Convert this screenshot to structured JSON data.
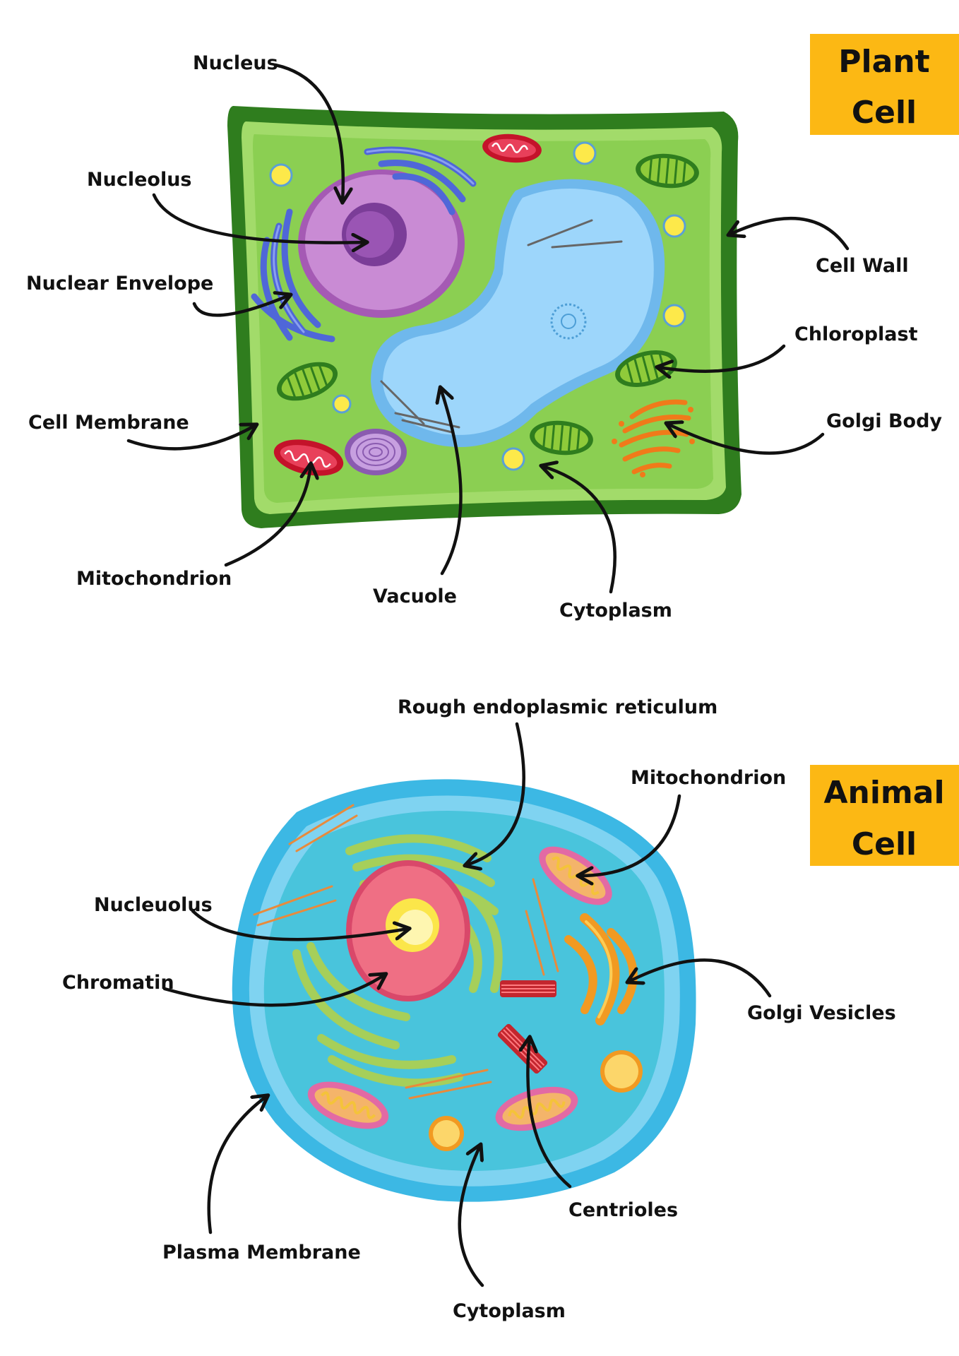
{
  "colors": {
    "title_badge": "#fcb814",
    "plant_wall": "#2f7d1e",
    "plant_cytoplasm": "#92d15a",
    "plant_vacuole": "#8fd0fa",
    "nucleus_purple": "#c98bd4",
    "animal_membrane": "#3cb8e4",
    "animal_cytoplasm": "#49c4dc",
    "animal_nucleus": "#ef6f84"
  },
  "plant": {
    "title_line1": "Plant",
    "title_line2": "Cell",
    "labels": {
      "nucleus": "Nucleus",
      "nucleolus": "Nucleolus",
      "nuclear_envelope": "Nuclear Envelope",
      "cell_membrane": "Cell Membrane",
      "mitochondrion": "Mitochondrion",
      "vacuole": "Vacuole",
      "cytoplasm": "Cytoplasm",
      "golgi_body": "Golgi Body",
      "chloroplast": "Chloroplast",
      "cell_wall": "Cell Wall"
    }
  },
  "animal": {
    "title_line1": "Animal",
    "title_line2": "Cell",
    "labels": {
      "rough_er": "Rough endoplasmic reticulum",
      "mitochondrion": "Mitochondrion",
      "nucleolus": "Nucleuolus",
      "chromatin": "Chromatin",
      "golgi_vesicles": "Golgi Vesicles",
      "centrioles": "Centrioles",
      "plasma_membrane": "Plasma Membrane",
      "cytoplasm": "Cytoplasm"
    }
  }
}
